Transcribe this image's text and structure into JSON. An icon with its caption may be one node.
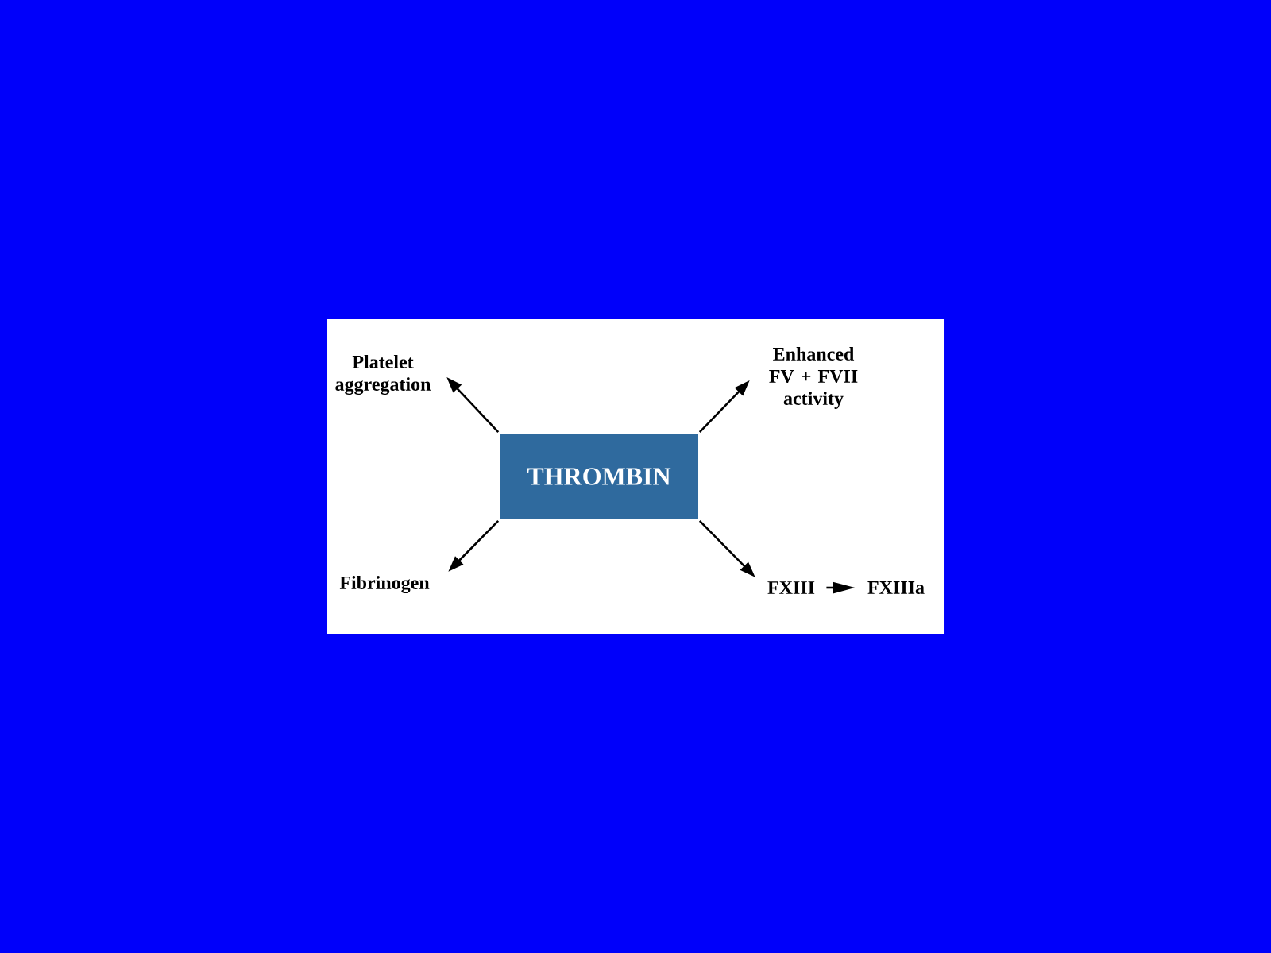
{
  "diagram": {
    "nodes": [
      {
        "text": [
          "THROMBIN"
        ]
      },
      {
        "text": [
          "Platelet aggregation"
        ]
      },
      {
        "text": [
          "Enhanced FV + FVII activity"
        ]
      },
      {
        "text": [
          "Fibrinogen"
        ]
      },
      {
        "text": [
          "FXIII"
        ]
      },
      {
        "text": [
          "FXIIIa"
        ]
      }
    ],
    "edges": [
      {
        "from": 0,
        "to": 1,
        "arrow": "to"
      },
      {
        "from": 0,
        "to": 2,
        "arrow": "to"
      },
      {
        "from": 0,
        "to": 3,
        "arrow": "to"
      },
      {
        "from": 0,
        "to": 4,
        "arrow": "to"
      },
      {
        "from": 4,
        "to": 5,
        "arrow": "to"
      }
    ]
  }
}
